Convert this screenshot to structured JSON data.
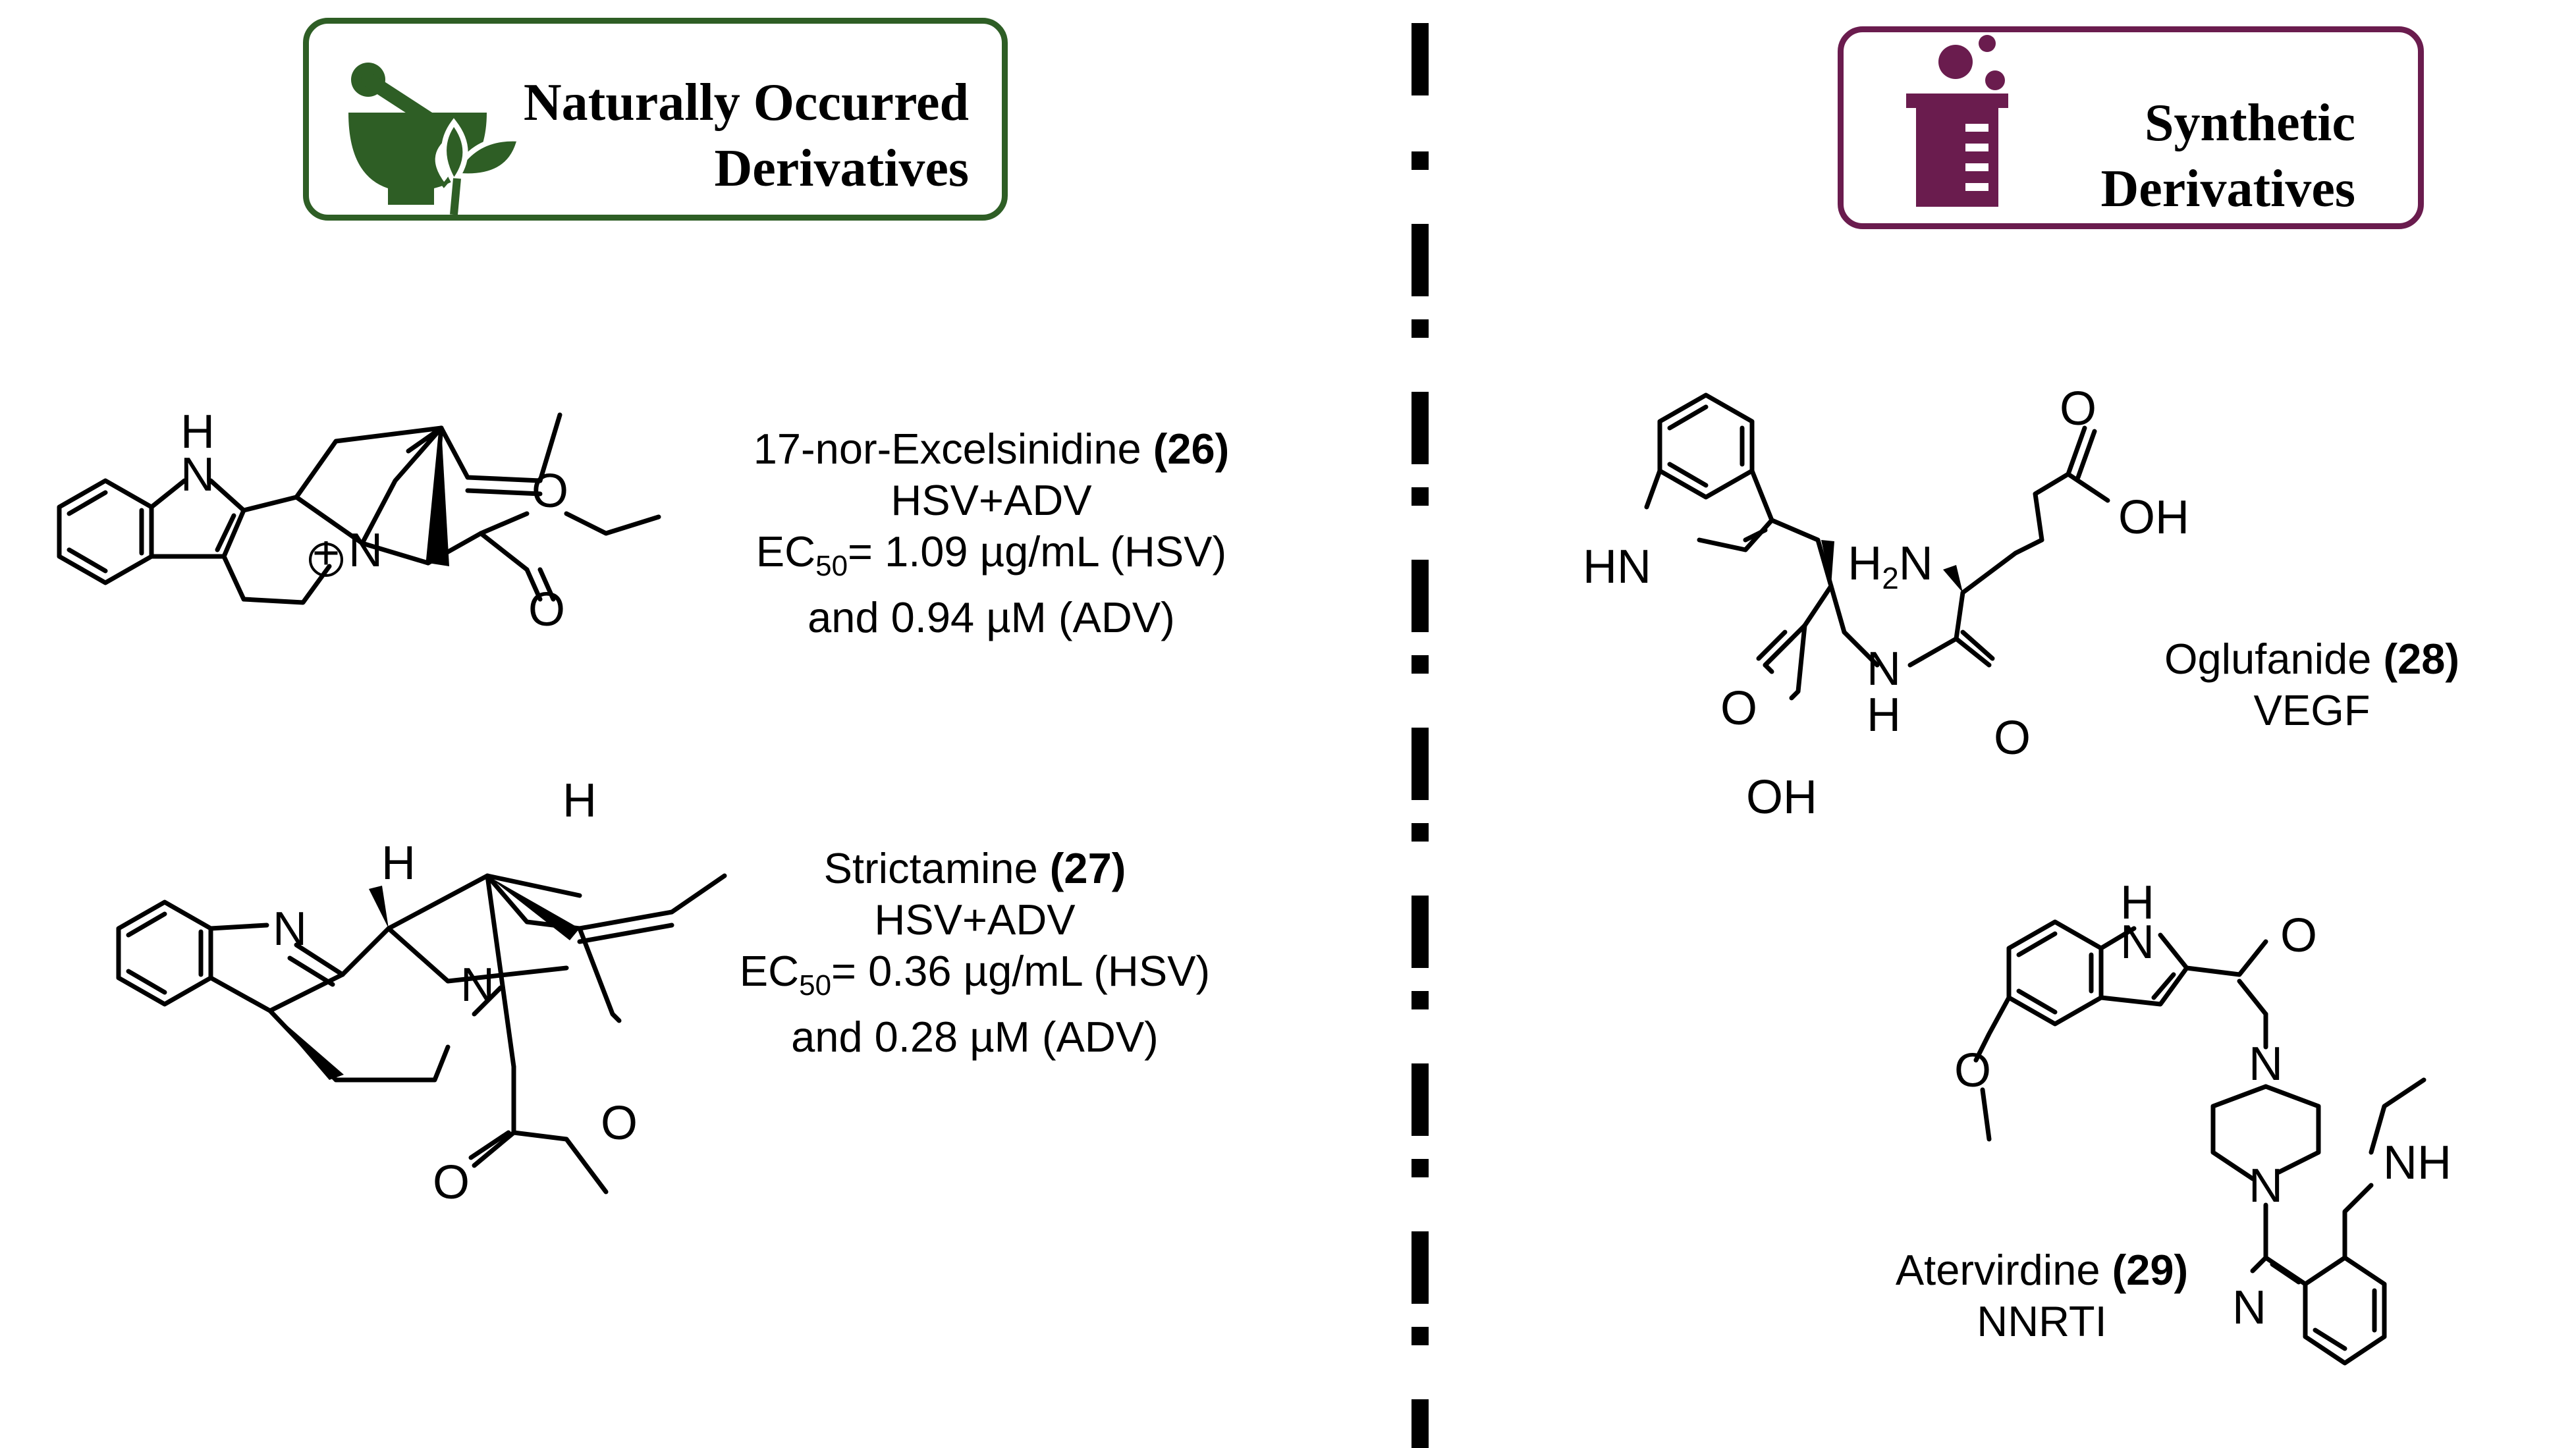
{
  "natural": {
    "header_line1": "Naturally Occurred",
    "header_line2": "Derivatives",
    "accent_color": "#2e5e25",
    "icon": "mortar-pestle-leaf-icon"
  },
  "synthetic": {
    "header_line1": "Synthetic",
    "header_line2": "Derivatives",
    "accent_color": "#6a1c4e",
    "icon": "beaker-icon"
  },
  "compounds": {
    "c26": {
      "name": "17-nor-Excelsinidine ",
      "number": "(26)",
      "activity": "HSV+ADV",
      "ec_prefix": "EC",
      "ec_sub": "50",
      "ec_value": "= 1.09 µg/mL (HSV)",
      "ec_line2": "and 0.94 µM (ADV)"
    },
    "c27": {
      "name": "Strictamine ",
      "number": "(27)",
      "activity": "HSV+ADV",
      "ec_prefix": "EC",
      "ec_sub": "50",
      "ec_value": "= 0.36 µg/mL (HSV)",
      "ec_line2": "and 0.28 µM (ADV)"
    },
    "c28": {
      "name": "Oglufanide ",
      "number": "(28)",
      "activity": "VEGF"
    },
    "c29": {
      "name": "Atervirdine ",
      "number": "(29)",
      "activity": "NNRTI"
    }
  },
  "atoms": {
    "H": "H",
    "N": "N",
    "Nplus": "N",
    "plus": "+",
    "Nminus": "N",
    "O": "O",
    "OH": "OH",
    "HN": "HN",
    "NH": "NH",
    "H2N_H": "H",
    "H2N_2": "2",
    "H2N_N": "N"
  }
}
